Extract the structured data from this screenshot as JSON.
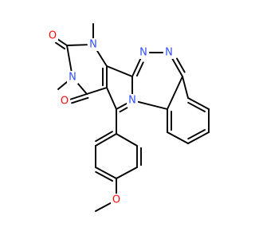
{
  "molecule": {
    "atoms": {
      "o_upper": {
        "text": "O",
        "color": "#ff0d0d"
      },
      "o_lower": {
        "text": "O",
        "color": "#ff0d0d"
      },
      "o_methoxy": {
        "text": "O",
        "color": "#ff0d0d"
      },
      "n_top": {
        "text": "N",
        "color": "#3050f8"
      },
      "n_left": {
        "text": "N",
        "color": "#3050f8"
      },
      "n_azo_1": {
        "text": "N",
        "color": "#3050f8"
      },
      "n_azo_2": {
        "text": "N",
        "color": "#3050f8"
      },
      "n_pyrrole": {
        "text": "N",
        "color": "#3050f8"
      }
    }
  }
}
